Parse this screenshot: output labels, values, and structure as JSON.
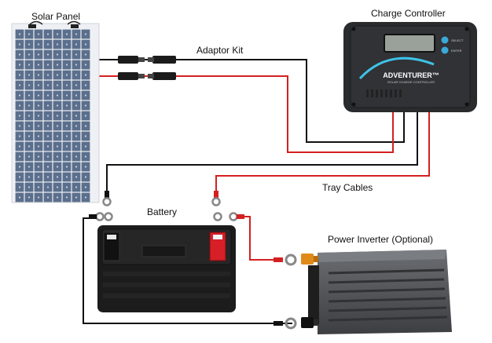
{
  "labels": {
    "solar_panel": "Solar Panel",
    "charge_controller": "Charge Controller",
    "adaptor_kit": "Adaptor Kit",
    "tray_cables": "Tray Cables",
    "battery": "Battery",
    "power_inverter": "Power Inverter (Optional)"
  },
  "controller": {
    "brand": "ADVENTURER™",
    "subtitle": "SOLAR CHARGE CONTROLLER",
    "button_top": "SELECT",
    "button_bottom": "ENTER"
  },
  "colors": {
    "positive_wire": "#d42020",
    "negative_wire": "#111111",
    "controller_body": "#2a2b2d",
    "controller_accent": "#3ec3e8",
    "panel_cell": "#5b6f8d",
    "panel_frame": "#eef0f4",
    "battery_body": "#1c1c1c",
    "battery_positive_terminal": "#d61f26",
    "inverter_body": "#4a4c4f",
    "inverter_positive_terminal": "#e08a1a"
  }
}
